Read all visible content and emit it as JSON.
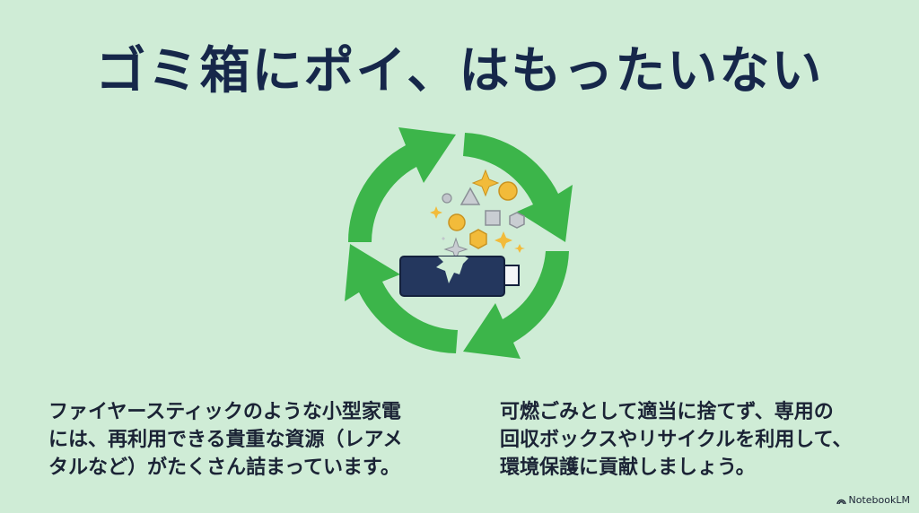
{
  "title": "ゴミ箱にポイ、はもったいない",
  "left_paragraph": {
    "lines": [
      "ファイヤースティックのような小型家電",
      "には、再利用できる貴重な資源（レアメ",
      "タルなど）がたくさん詰まっています。"
    ]
  },
  "right_paragraph": {
    "lines": [
      "可燃ごみとして適当に捨てず、専用の",
      "回収ボックスやリサイクルを利用して、",
      "環境保護に貢献しましょう。"
    ]
  },
  "illustration": {
    "description": "recycle-arrows-around-broken-stick-device-with-rare-metal-particles",
    "colors": {
      "arrows": "#3cb54a",
      "device": "#24375e",
      "gold": "#f2bb3a",
      "silver": "#c2c6cc"
    }
  },
  "brand": {
    "icon": "notebooklm-logo-icon",
    "label": "NotebookLM"
  },
  "colors": {
    "background": "#cfecd6",
    "title": "#16274a",
    "text": "#1b2335"
  }
}
